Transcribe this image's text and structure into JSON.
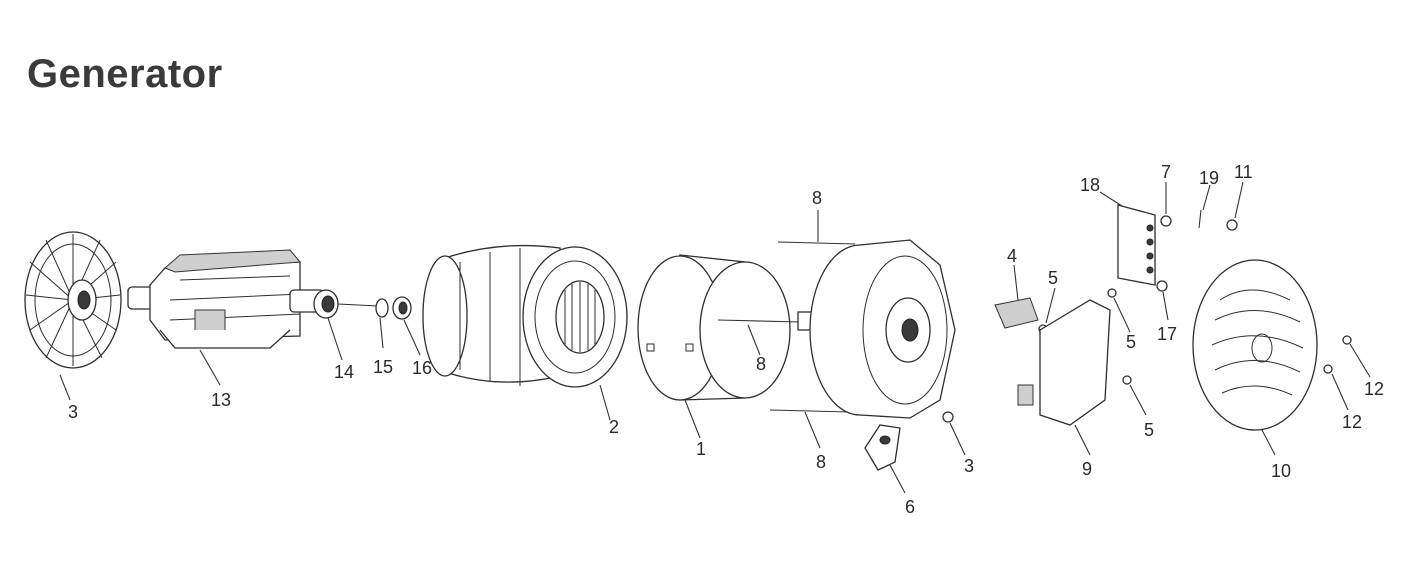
{
  "title": "Generator",
  "callouts": [
    "1",
    "2",
    "3",
    "3",
    "4",
    "5",
    "5",
    "5",
    "6",
    "7",
    "8",
    "8",
    "8",
    "9",
    "10",
    "11",
    "12",
    "12",
    "13",
    "14",
    "15",
    "16",
    "17",
    "18",
    "19"
  ]
}
